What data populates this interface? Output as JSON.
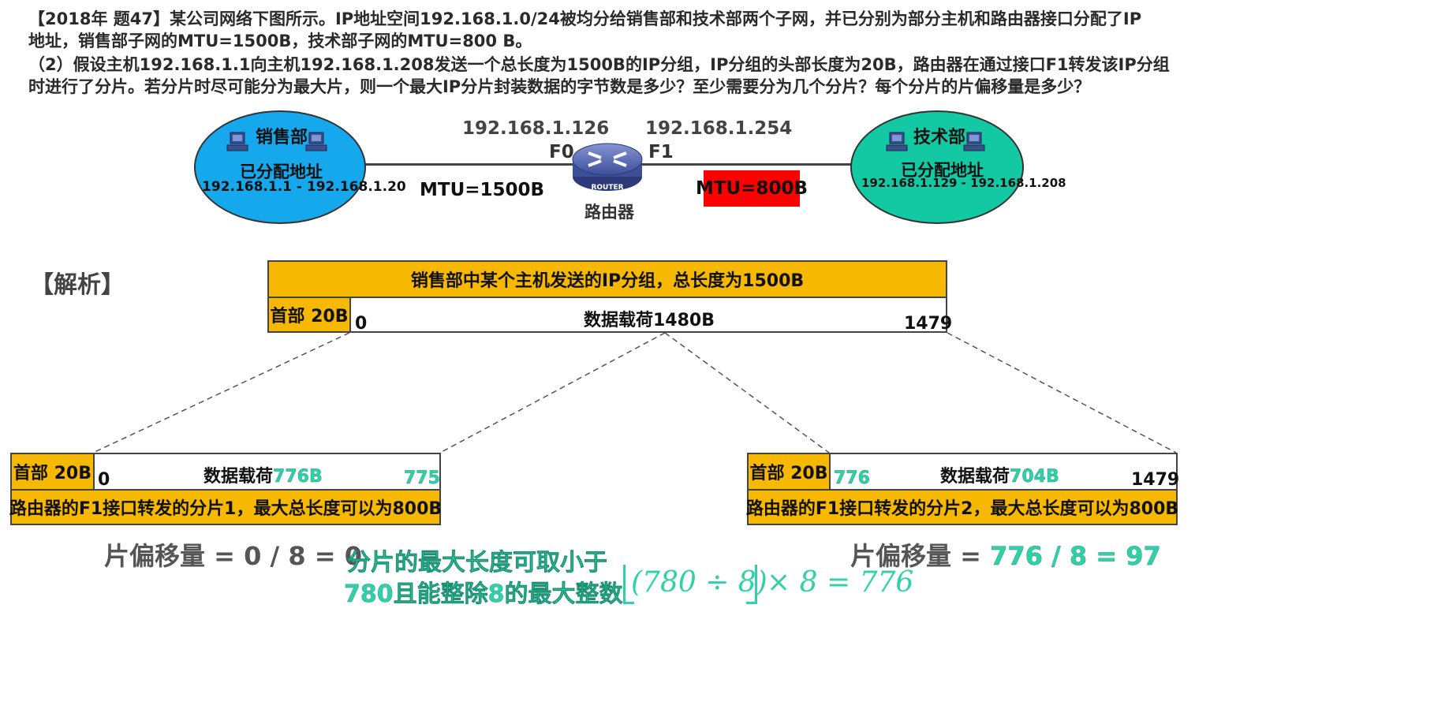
{
  "question": {
    "line1": "【2018年 题47】某公司网络下图所示。IP地址空间192.168.1.0/24被均分给销售部和技术部两个子网，并已分别为部分主机和路由器接口分配了IP",
    "line2": "地址，销售部子网的MTU=1500B，技术部子网的MTU=800 B。",
    "line3": "（2）假设主机192.168.1.1向主机192.168.1.208发送一个总长度为1500B的IP分组，IP分组的头部长度为20B，路由器在通过接口F1转发该IP分组",
    "line4": "时进行了分片。若分片时尽可能分为最大片，则一个最大IP分片封装数据的字节数是多少？至少需要分为几个分片？每个分片的片偏移量是多少？"
  },
  "network": {
    "sales": {
      "name": "销售部",
      "assigned": "已分配地址",
      "range": "192.168.1.1 - 192.168.1.20",
      "color": "#16a8ec"
    },
    "tech": {
      "name": "技术部",
      "assigned": "已分配地址",
      "range": "192.168.1.129 - 192.168.1.208",
      "color": "#12c9a4"
    },
    "router": {
      "label": "路由器",
      "badge": "ROUTER",
      "f0_ip": "192.168.1.126",
      "f1_ip": "192.168.1.254",
      "f0": "F0",
      "f1": "F1"
    },
    "mtu_left": "MTU=1500B",
    "mtu_right": "MTU=800B",
    "mtu_right_bg": "#ff0000"
  },
  "analysis": {
    "heading": "【解析】",
    "packet": {
      "title": "销售部中某个主机发送的IP分组，总长度为1500B",
      "header": "首部 20B",
      "payload": "数据载荷1480B",
      "start": "0",
      "end": "1479"
    },
    "frag1": {
      "header": "首部 20B",
      "payload_prefix": "数据载荷",
      "payload_size": "776B",
      "start": "0",
      "end": "775",
      "caption": "路由器的F1接口转发的分片1，最大总长度可以为800B",
      "offset": "片偏移量 = 0 / 8 = 0"
    },
    "frag2": {
      "header": "首部 20B",
      "payload_prefix": "数据载荷",
      "payload_size": "704B",
      "start": "776",
      "end": "1479",
      "caption": "路由器的F1接口转发的分片2，最大总长度可以为800B",
      "offset_prefix": "片偏移量 = ",
      "offset_value": "776 / 8 = 97"
    },
    "note": {
      "line1": "分片的最大长度可取小于",
      "line2": "780且能整除8的最大整数",
      "formula": "(780 ÷ 8)",
      "formula_tail": "× 8 = 776"
    }
  },
  "colors": {
    "gold": "#f6b800",
    "teal": "#2fd1a9",
    "router": "#4f62b0"
  }
}
